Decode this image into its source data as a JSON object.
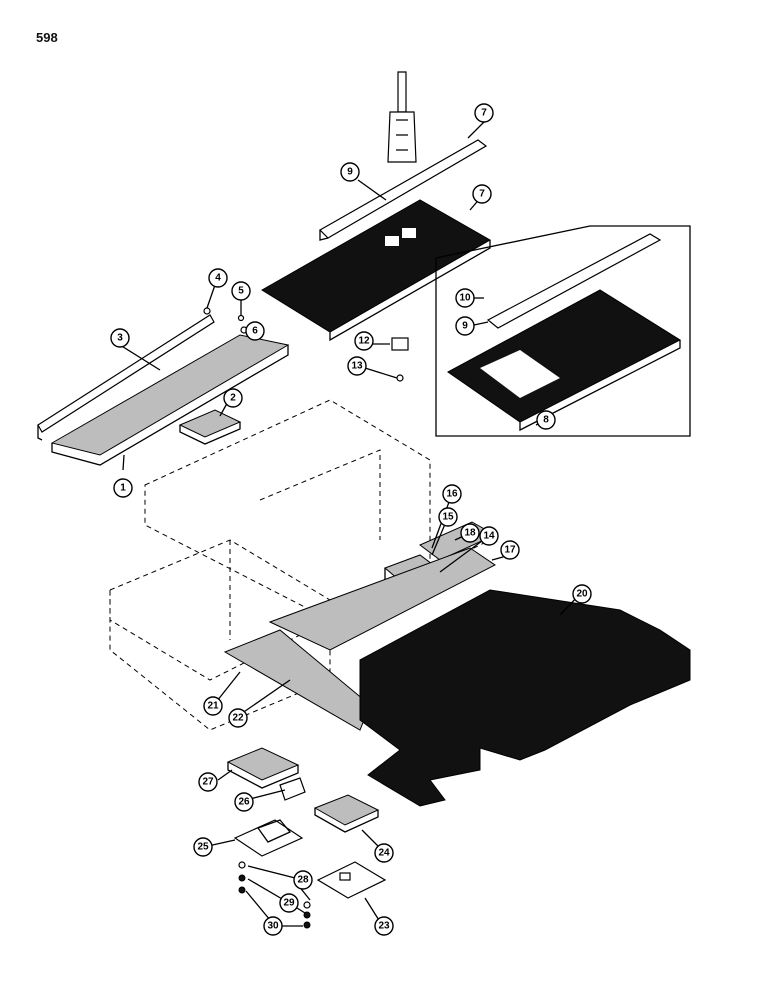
{
  "page_number": "598",
  "callouts": [
    "1",
    "2",
    "3",
    "4",
    "5",
    "6",
    "7",
    "8",
    "9",
    "10",
    "12",
    "13",
    "14",
    "15",
    "16",
    "17",
    "18",
    "20",
    "21",
    "22",
    "23",
    "24",
    "25",
    "26",
    "27",
    "28",
    "29",
    "30"
  ],
  "inset_callouts": [
    "8",
    "9",
    "10"
  ],
  "repeat_callouts": [
    "28",
    "29",
    "30"
  ]
}
